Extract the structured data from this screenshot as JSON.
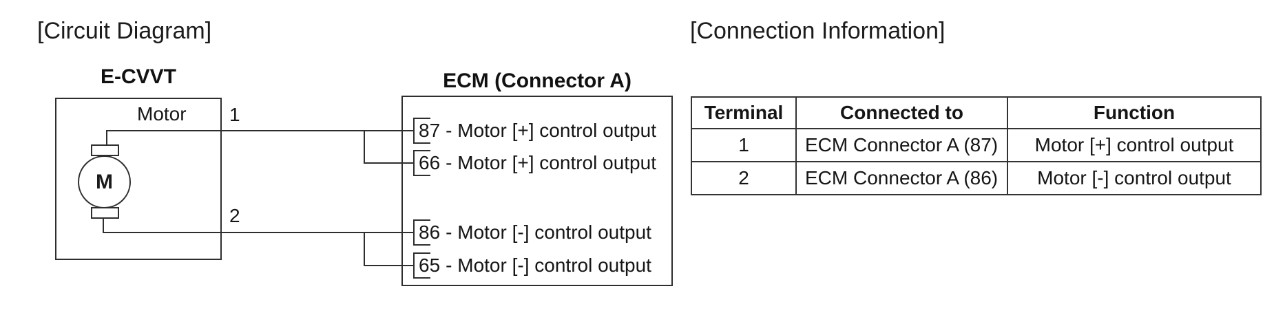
{
  "headings": {
    "circuit": "[Circuit Diagram]",
    "connection": "[Connection Information]"
  },
  "diagram": {
    "motor_box": {
      "title": "E-CVVT",
      "inner_label": "Motor",
      "motor_symbol": "M",
      "terminal1": "1",
      "terminal2": "2"
    },
    "ecm_box": {
      "title": "ECM (Connector A)",
      "pins": [
        {
          "number": "87",
          "label": "- Motor [+] control output"
        },
        {
          "number": "66",
          "label": "- Motor [+] control output"
        },
        {
          "number": "86",
          "label": "- Motor [-] control output"
        },
        {
          "number": "65",
          "label": "- Motor [-] control output"
        }
      ]
    }
  },
  "table": {
    "headers": [
      "Terminal",
      "Connected to",
      "Function"
    ],
    "rows": [
      [
        "1",
        "ECM Connector A (87)",
        "Motor [+] control output"
      ],
      [
        "2",
        "ECM Connector A (86)",
        "Motor [-] control output"
      ]
    ]
  },
  "colors": {
    "line": "#2e2e2e",
    "text": "#151515",
    "background": "#ffffff"
  }
}
